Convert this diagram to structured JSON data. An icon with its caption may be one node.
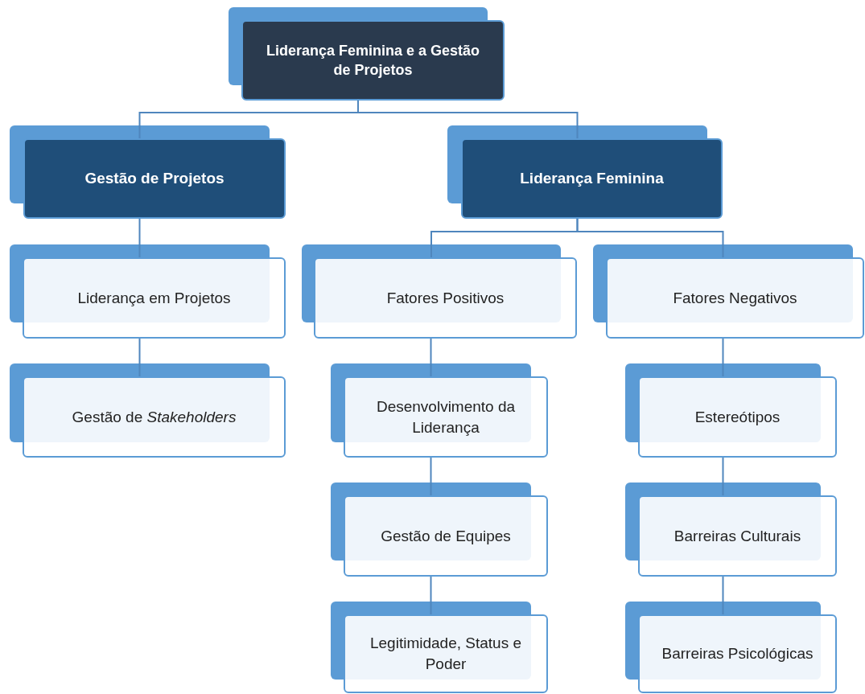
{
  "diagram": {
    "nodes": [
      {
        "text": [
          "Liderança Feminina e a Gestão de Projetos"
        ]
      },
      {
        "text": [
          "Gestão de Projetos"
        ]
      },
      {
        "text": [
          "Liderança Feminina"
        ]
      },
      {
        "text": [
          "Liderança em Projetos"
        ]
      },
      {
        "text": [
          "Gestão de *Stakeholders*"
        ]
      },
      {
        "text": [
          "Fatores Positivos"
        ]
      },
      {
        "text": [
          "Fatores Negativos"
        ]
      },
      {
        "text": [
          "Desenvolvimento da Liderança"
        ]
      },
      {
        "text": [
          "Gestão de Equipes"
        ]
      },
      {
        "text": [
          "Legitimidade, Status e Poder"
        ]
      },
      {
        "text": [
          "Estereótipos"
        ]
      },
      {
        "text": [
          "Barreiras Culturais"
        ]
      },
      {
        "text": [
          "Barreiras Psicológicas"
        ]
      }
    ],
    "edges": [
      {
        "from": 0,
        "to": 1,
        "arrow": "none"
      },
      {
        "from": 0,
        "to": 2,
        "arrow": "none"
      },
      {
        "from": 1,
        "to": 3,
        "arrow": "none"
      },
      {
        "from": 3,
        "to": 4,
        "arrow": "none"
      },
      {
        "from": 2,
        "to": 5,
        "arrow": "none"
      },
      {
        "from": 2,
        "to": 6,
        "arrow": "none"
      },
      {
        "from": 5,
        "to": 7,
        "arrow": "none"
      },
      {
        "from": 7,
        "to": 8,
        "arrow": "none"
      },
      {
        "from": 8,
        "to": 9,
        "arrow": "none"
      },
      {
        "from": 6,
        "to": 10,
        "arrow": "none"
      },
      {
        "from": 10,
        "to": 11,
        "arrow": "none"
      },
      {
        "from": 11,
        "to": 12,
        "arrow": "none"
      }
    ]
  }
}
